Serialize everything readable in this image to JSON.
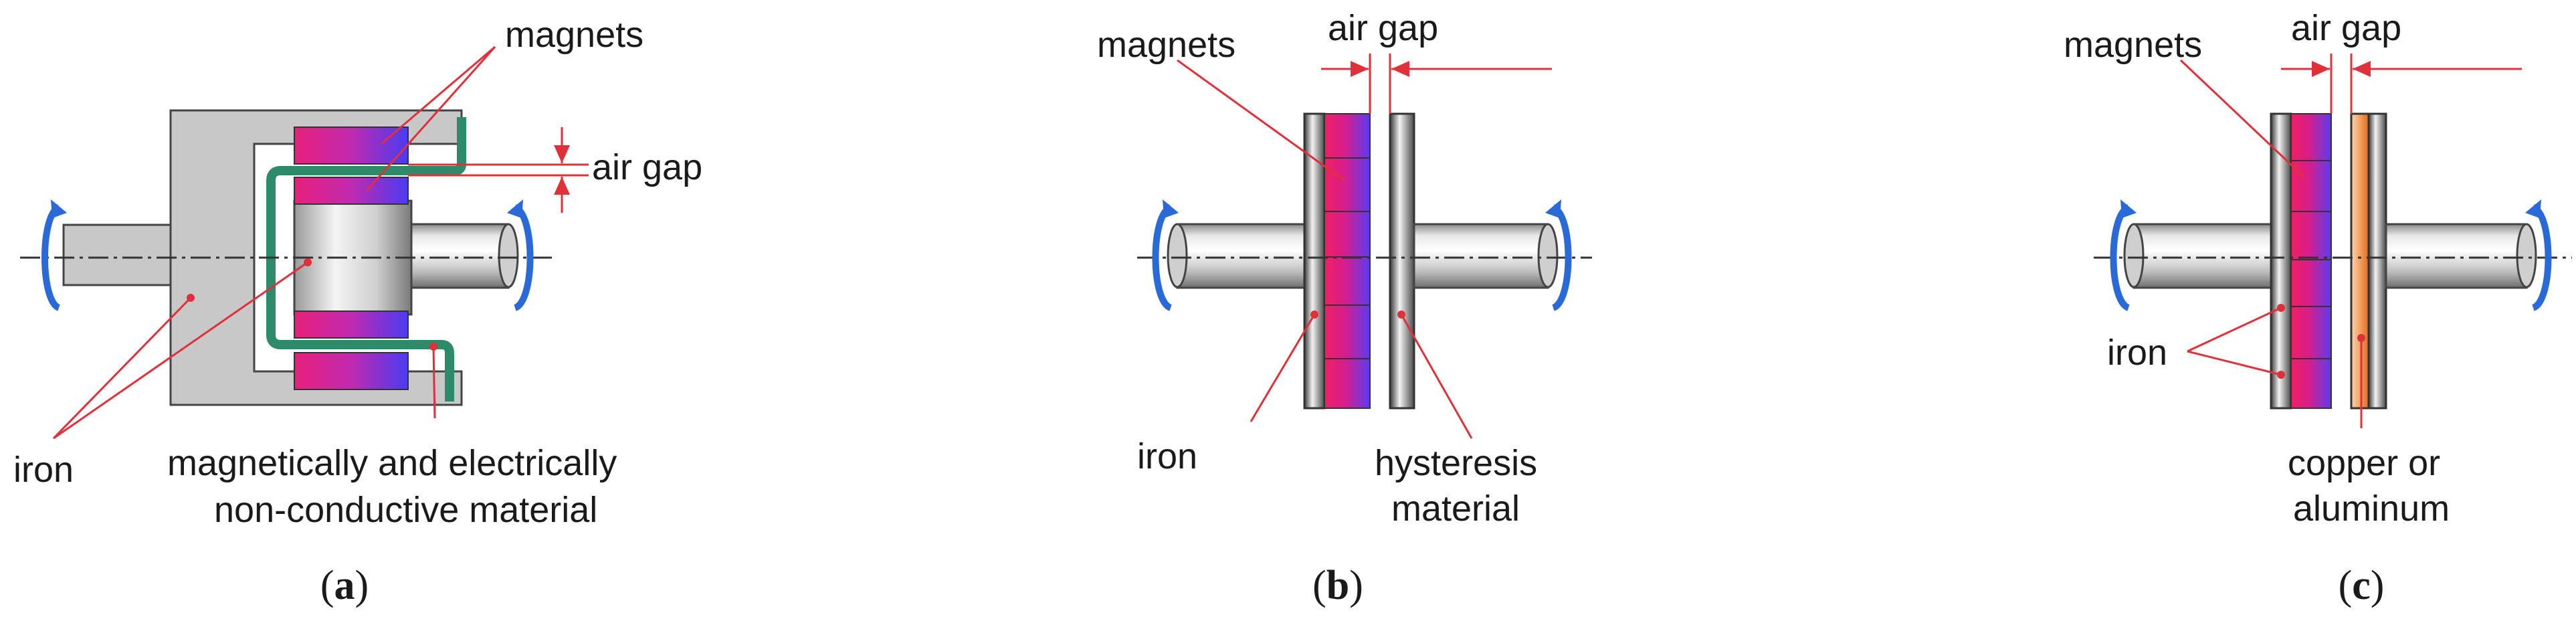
{
  "panels": [
    {
      "caption_open": "(",
      "caption_letter": "a",
      "caption_close": ")",
      "labels": {
        "magnets": "magnets",
        "air_gap": "air gap",
        "iron": "iron",
        "material_line1": "magnetically and electrically",
        "material_line2": "non-conductive material"
      }
    },
    {
      "caption_open": "(",
      "caption_letter": "b",
      "caption_close": ")",
      "labels": {
        "magnets": "magnets",
        "air_gap": "air gap",
        "iron": "iron",
        "hysteresis_line1": "hysteresis",
        "hysteresis_line2": "material"
      }
    },
    {
      "caption_open": "(",
      "caption_letter": "c",
      "caption_close": ")",
      "labels": {
        "magnets": "magnets",
        "air_gap": "air gap",
        "iron": "iron",
        "conductor_line1": "copper or",
        "conductor_line2": "aluminum"
      }
    }
  ],
  "colors": {
    "iron_gray": "#c8c8c8",
    "leader_red": "#e0303a",
    "magnet_magenta": "#e8207a",
    "magnet_blue": "#4a3cf0",
    "sleeve_green": "#2e8b6a",
    "copper_orange": "#f08a3a",
    "rotation_blue": "#2a6ad8"
  }
}
